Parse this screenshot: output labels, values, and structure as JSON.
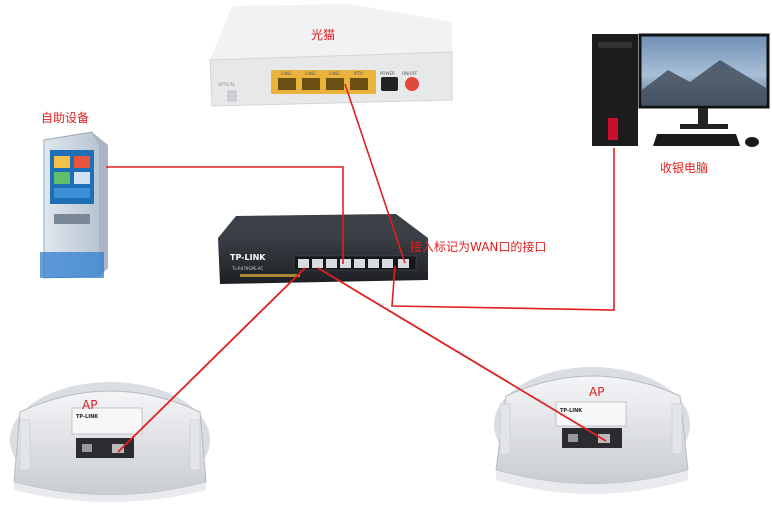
{
  "labels": {
    "modem": "光猫",
    "kiosk": "自助设备",
    "pc": "收银电脑",
    "wan_note": "接入标记为WAN口的接口",
    "ap_left": "AP",
    "ap_right": "AP"
  },
  "modem_ports": [
    "LAN1",
    "LAN2",
    "LAN3",
    "IPTV",
    "POWER",
    "ON/OFF"
  ],
  "modem_optical": "OPTICAL",
  "switch": {
    "brand": "TP-LINK",
    "model": "TL-R479GPE-AC"
  },
  "ap_brand": "TP-LINK",
  "colors": {
    "cable": "#e02020",
    "label": "#e02020",
    "switch_body": "#2a2d33",
    "port": "#e8b23a"
  }
}
